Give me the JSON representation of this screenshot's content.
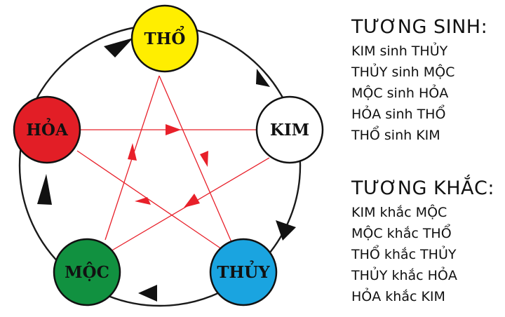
{
  "elements": {
    "tho": {
      "label": "THỔ",
      "color": "#ffee00"
    },
    "kim": {
      "label": "KIM",
      "color": "#ffffff"
    },
    "thuy": {
      "label": "THỦY",
      "color": "#1aa4e0"
    },
    "moc": {
      "label": "MỘC",
      "color": "#119140"
    },
    "hoa": {
      "label": "HỎA",
      "color": "#e21e26"
    }
  },
  "tuong_sinh": {
    "heading": "TƯƠNG SINH:",
    "items": [
      "KIM sinh THỦY",
      "THỦY sinh MỘC",
      "MỘC sinh HỎA",
      "HỎA sinh THỔ",
      "THỔ sinh KIM"
    ]
  },
  "tuong_khac": {
    "heading": "TƯƠNG KHẮC:",
    "items": [
      "KIM khắc MỘC",
      "MỘC khắc THỔ",
      "THỔ khắc THỦY",
      "THỦY khắc HỎA",
      "HỎA khắc KIM"
    ]
  },
  "colors": {
    "cycle_line": "#1a1a1a",
    "control_line": "#e8202a"
  }
}
